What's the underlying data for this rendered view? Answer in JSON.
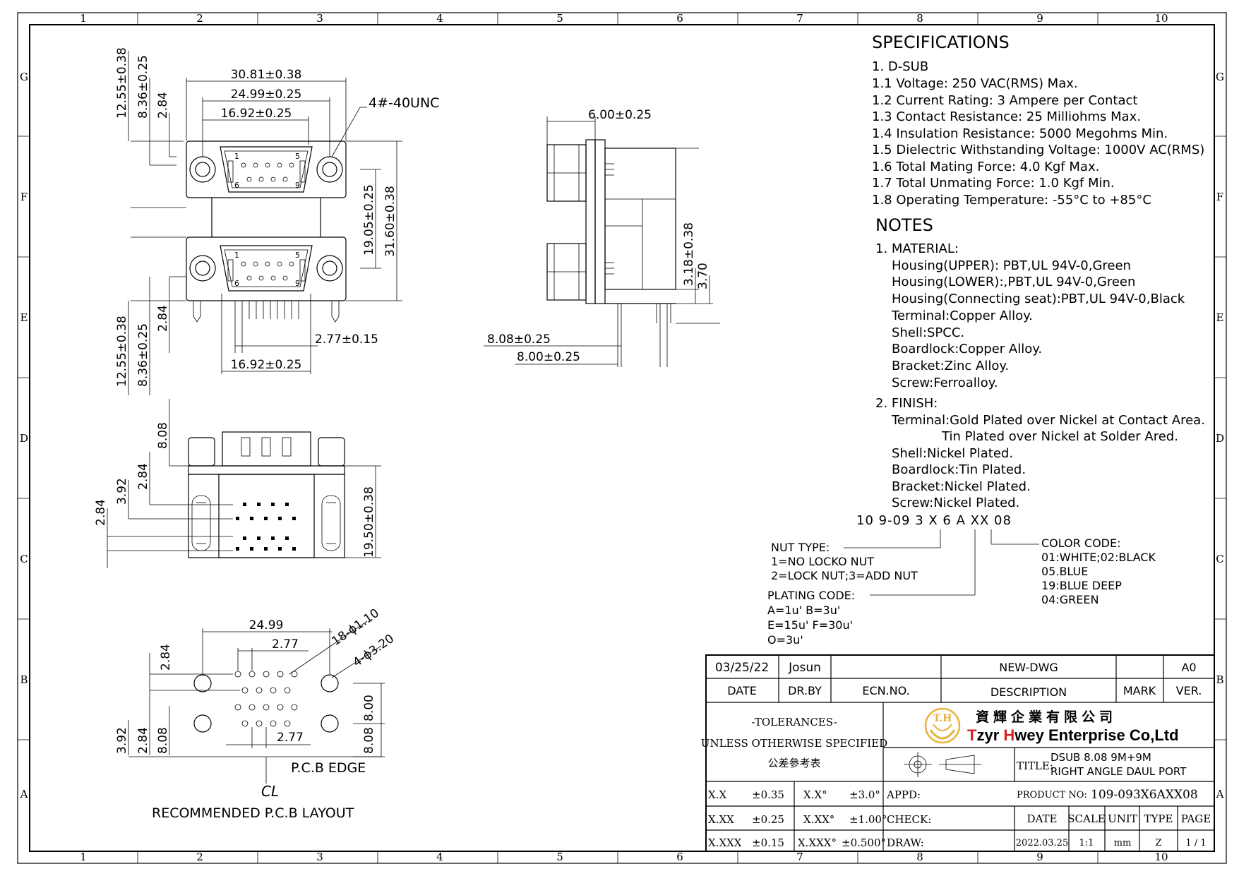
{
  "grid": {
    "cols": [
      "1",
      "2",
      "3",
      "4",
      "5",
      "6",
      "7",
      "8",
      "9",
      "10"
    ],
    "rows": [
      "G",
      "F",
      "E",
      "D",
      "C",
      "B",
      "A"
    ]
  },
  "front_view": {
    "dims": [
      "30.81±0.38",
      "24.99±0.25",
      "16.92±0.25",
      "4#-40UNC",
      "12.55±0.38",
      "8.36±0.25",
      "2.84",
      "19.05±0.25",
      "31.60±0.38",
      "12.55±0.38",
      "8.36±0.25",
      "2.84",
      "2.77±0.15",
      "16.92±0.25"
    ],
    "pins_top": [
      "1",
      "5",
      "6",
      "9"
    ],
    "pins_bottom": [
      "1",
      "5",
      "6",
      "9"
    ]
  },
  "side_view": {
    "dims": [
      "6.00±0.25",
      "3.18±0.38",
      "3.70",
      "8.08±0.25",
      "8.00±0.25"
    ]
  },
  "bottom_view": {
    "dims": [
      "8.08",
      "2.84",
      "3.92",
      "2.84",
      "19.50±0.38"
    ]
  },
  "pcb_layout": {
    "dims": [
      "24.99",
      "2.77",
      "18-ϕ1.10",
      "4-ϕ3.20",
      "2.84",
      "8.00",
      "8.08",
      "2.84",
      "3.92",
      "8.08",
      "2.77"
    ],
    "edge_label": "P.C.B  EDGE",
    "centerline": "CL",
    "title": "RECOMMENDED  P.C.B  LAYOUT"
  },
  "specifications": {
    "heading": "SPECIFICATIONS",
    "lines": [
      "1.  D-SUB",
      "1.1  Voltage:  250  VAC(RMS)  Max.",
      "1.2  Current  Rating:  3  Ampere  per  Contact",
      "1.3  Contact  Resistance:  25  Milliohms  Max.",
      "1.4  Insulation  Resistance:  5000  Megohms  Min.",
      "1.5  Dielectric  Withstanding  Voltage:  1000V  AC(RMS)",
      "1.6  Total  Mating  Force:  4.0  Kgf  Max.",
      "1.7  Total  Unmating  Force:  1.0  Kgf  Min.",
      "1.8  Operating  Temperature:  -55°C  to  +85°C"
    ]
  },
  "notes": {
    "heading": "NOTES",
    "material_title": "1.  MATERIAL:",
    "material": [
      "Housing(UPPER):  PBT,UL  94V-0,Green",
      "Housing(LOWER):,PBT,UL  94V-0,Green",
      "Housing(Connecting  seat):PBT,UL  94V-0,Black",
      "Terminal:Copper  Alloy.",
      "Shell:SPCC.",
      "Boardlock:Copper  Alloy.",
      "Bracket:Zinc  Alloy.",
      "Screw:Ferroalloy."
    ],
    "finish_title": "2.  FINISH:",
    "finish": [
      "Terminal:Gold  Plated  over  Nickel  at  Contact  Area.",
      "Tin  Plated  over  Nickel  at  Solder  Ared.",
      "Shell:Nickel  Plated.",
      "Boardlock:Tin  Plated.",
      "Bracket:Nickel  Plated.",
      "Screw:Nickel  Plated."
    ]
  },
  "part_code": {
    "code": "10  9-09  3  X  6  A  XX  08",
    "nut_type": [
      "NUT  TYPE:",
      "1=NO  LOCKO  NUT",
      "2=LOCK  NUT;3=ADD  NUT"
    ],
    "plating": [
      "PLATING  CODE:",
      "A=1u'   B=3u'",
      "E=15u'  F=30u'",
      "O=3u'"
    ],
    "color": [
      "COLOR  CODE:",
      "01:WHITE;02:BLACK",
      "05.BLUE",
      "19:BLUE  DEEP",
      "04:GREEN"
    ]
  },
  "title_block": {
    "rev_date": "03/25/22",
    "rev_by": "Josun",
    "rev_desc": "NEW-DWG",
    "rev_ver": "A0",
    "hdr_date": "DATE",
    "hdr_drby": "DR.BY",
    "hdr_ecn": "ECN.NO.",
    "hdr_desc": "DESCRIPTION",
    "hdr_mark": "MARK",
    "hdr_ver": "VER.",
    "tol1": "-TOLERANCES-",
    "tol2": "UNLESS OTHERWISE SPECIFIED",
    "tol3": "公差參考表",
    "company_cn": "資輝企業有限公司",
    "company_en_t": "T",
    "company_en_zyr": "zyr ",
    "company_en_h": "H",
    "company_en_rest": "wey Enterprise Co,Ltd",
    "logo_text": "T.H",
    "title_label": "TITLE:",
    "title_line1": "DSUB 8.08 9M+9M",
    "title_line2": "RIGHT ANGLE DAUL PORT",
    "product_label": "PRODUCT NO:",
    "product_no": "109-093X6AXX08",
    "tol_rows": [
      {
        "a": "X.X",
        "b": "±0.35",
        "c": "X.X°",
        "d": "±3.0°"
      },
      {
        "a": "X.XX",
        "b": "±0.25",
        "c": "X.XX°",
        "d": "±1.00°"
      },
      {
        "a": "X.XXX",
        "b": "±0.15",
        "c": "X.XXX°",
        "d": "±0.500°"
      }
    ],
    "appd": "APPD:",
    "check": "CHECK:",
    "draw": "DRAW:",
    "h_date": "DATE",
    "h_scale": "SCALE",
    "h_unit": "UNIT",
    "h_type": "TYPE",
    "h_page": "PAGE",
    "v_date": "2022.03.25",
    "v_scale": "1:1",
    "v_unit": "mm",
    "v_type": "Z",
    "v_page": "1 / 1"
  },
  "colors": {
    "logo": "#e8b23a",
    "accent_red": "#d42020"
  }
}
